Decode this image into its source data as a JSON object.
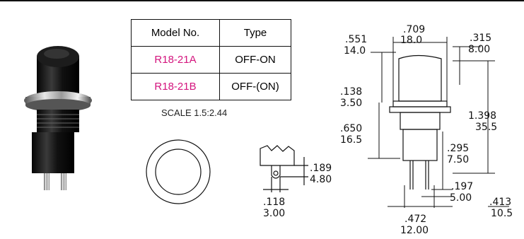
{
  "table": {
    "headers": [
      "Model No.",
      "Type"
    ],
    "rows": [
      {
        "model": "R18-21A",
        "type": "OFF-ON"
      },
      {
        "model": "R18-21B",
        "type": "OFF-(ON)"
      }
    ]
  },
  "scale": "SCALE 1.5:2.44",
  "colors": {
    "model_text": "#d4157e",
    "line": "#111111"
  },
  "dimensions": {
    "top_width": {
      "inch": ".709",
      "mm": "18.0"
    },
    "cap_dia": {
      "inch": ".551",
      "mm": "14.0"
    },
    "right_top": {
      "inch": ".315",
      "mm": "8.00"
    },
    "cap_height": {
      "inch": ".138",
      "mm": "3.50"
    },
    "total_height": {
      "inch": "1.398",
      "mm": "35.5"
    },
    "body_length": {
      "inch": ".650",
      "mm": "16.5"
    },
    "terminal_len": {
      "inch": ".295",
      "mm": "7.50"
    },
    "term_spacing": {
      "inch": ".197",
      "mm": "5.00"
    },
    "right_bottom": {
      "inch": ".413",
      "mm": "10.5"
    },
    "bottom_width": {
      "inch": ".472",
      "mm": "12.00"
    },
    "terminal_height": {
      "inch": ".189",
      "mm": "4.80"
    },
    "terminal_width": {
      "inch": ".118",
      "mm": "3.00"
    }
  }
}
